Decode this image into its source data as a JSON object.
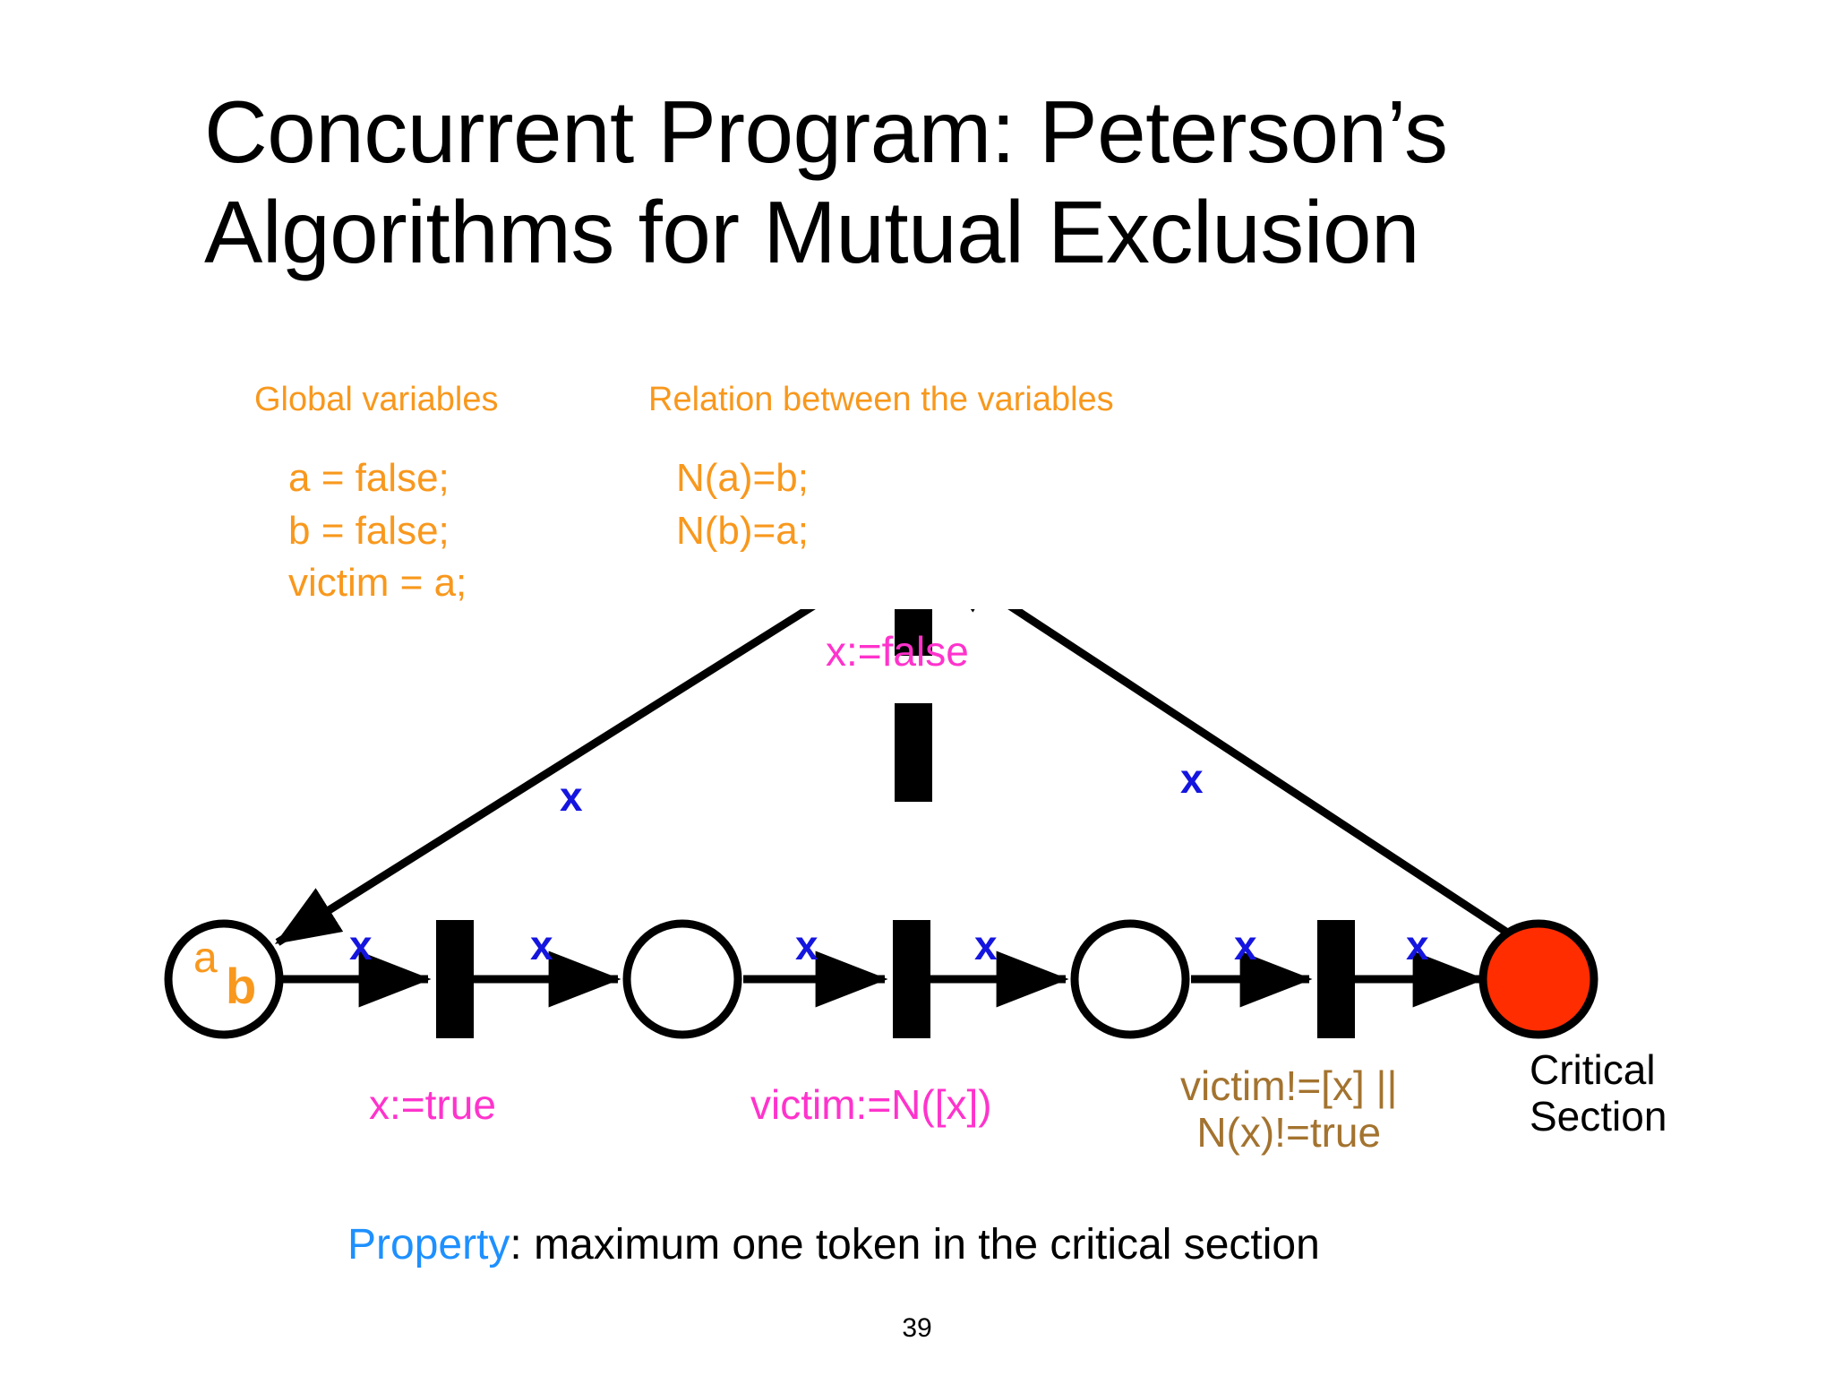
{
  "slide": {
    "title_lines": [
      "Concurrent Program: Peterson’s",
      "Algorithms for Mutual Exclusion"
    ],
    "page_number": "39",
    "background_color": "#FFFFFF"
  },
  "variables_section": {
    "globals_heading": "Global variables",
    "relation_heading": "Relation between the variables",
    "globals_lines": [
      "a = false;",
      "b = false;",
      "victim = a;"
    ],
    "relation_lines": [
      "N(a)=b;",
      "N(b)=a;"
    ],
    "text_color": "#F8981D"
  },
  "petri_net": {
    "places": [
      {
        "id": "p-start",
        "label": "",
        "fill": "#FFFFFF",
        "tokens": [
          "a",
          "b"
        ],
        "token_color": "#F8981D"
      },
      {
        "id": "p-mid1",
        "label": "",
        "fill": "#FFFFFF",
        "tokens": []
      },
      {
        "id": "p-mid2",
        "label": "",
        "fill": "#FFFFFF",
        "tokens": []
      },
      {
        "id": "p-critical",
        "label": "Critical Section",
        "fill": "#FF2D00",
        "tokens": []
      }
    ],
    "transitions": [
      {
        "id": "t-release",
        "label": "x:=false",
        "label_color": "#FF33CC",
        "position": "top"
      },
      {
        "id": "t-set-flag",
        "label": "x:=true",
        "label_color": "#FF33CC",
        "position": "bottom"
      },
      {
        "id": "t-set-victim",
        "label": "victim:=N([x])",
        "label_color": "#FF33CC",
        "position": "bottom"
      },
      {
        "id": "t-guard",
        "label_lines": [
          "victim!=[x] ||",
          "N(x)!=true"
        ],
        "label_color": "#A3732F",
        "position": "bottom"
      }
    ],
    "critical_section_caption": [
      "Critical",
      "Section"
    ],
    "arc_weight": "x",
    "arc_weight_color": "#1515E0",
    "arc_labels": [
      {
        "id": "arc-p0-t0",
        "text": "x"
      },
      {
        "id": "arc-t0-p1",
        "text": "x"
      },
      {
        "id": "arc-p1-t1",
        "text": "x"
      },
      {
        "id": "arc-t1-p2",
        "text": "x"
      },
      {
        "id": "arc-p2-t2",
        "text": "x"
      },
      {
        "id": "arc-t2-p3",
        "text": "x"
      },
      {
        "id": "arc-release-left",
        "text": "x"
      },
      {
        "id": "arc-release-right",
        "text": "x"
      }
    ]
  },
  "property": {
    "key": "Property",
    "separator": ": ",
    "text": "maximum one token in the critical section",
    "key_color": "#1E90FF"
  }
}
